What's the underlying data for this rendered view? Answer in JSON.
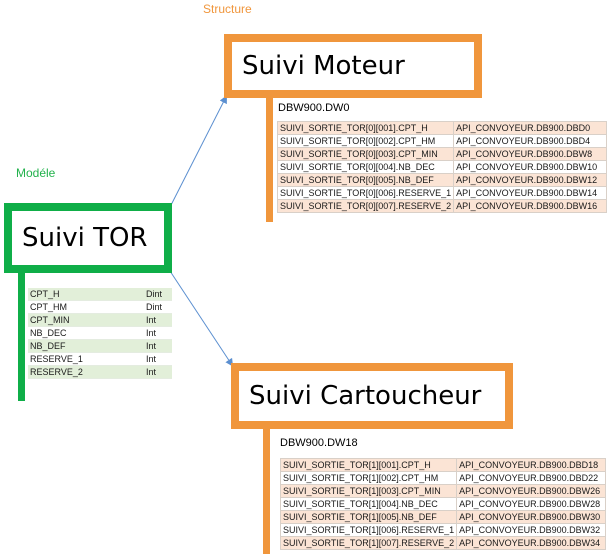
{
  "captions": {
    "structure": "Structure",
    "modele": "Modéle"
  },
  "model": {
    "title": "Suivi TOR",
    "rows": [
      {
        "name": "CPT_H",
        "type": "Dint"
      },
      {
        "name": "CPT_HM",
        "type": "Dint"
      },
      {
        "name": "CPT_MIN",
        "type": "Int"
      },
      {
        "name": "NB_DEC",
        "type": "Int"
      },
      {
        "name": "NB_DEF",
        "type": "Int"
      },
      {
        "name": "RESERVE_1",
        "type": "Int"
      },
      {
        "name": "RESERVE_2",
        "type": "Int"
      }
    ]
  },
  "structures": [
    {
      "title": "Suivi Moteur",
      "address": "DBW900.DW0",
      "rows": [
        {
          "src": "SUIVI_SORTIE_TOR[0][001].CPT_H",
          "dst": "API_CONVOYEUR.DB900.DBD0"
        },
        {
          "src": "SUIVI_SORTIE_TOR[0][002].CPT_HM",
          "dst": "API_CONVOYEUR.DB900.DBD4"
        },
        {
          "src": "SUIVI_SORTIE_TOR[0][003].CPT_MIN",
          "dst": "API_CONVOYEUR.DB900.DBW8"
        },
        {
          "src": "SUIVI_SORTIE_TOR[0][004].NB_DEC",
          "dst": "API_CONVOYEUR.DB900.DBW10"
        },
        {
          "src": "SUIVI_SORTIE_TOR[0][005].NB_DEF",
          "dst": "API_CONVOYEUR.DB900.DBW12"
        },
        {
          "src": "SUIVI_SORTIE_TOR[0][006].RESERVE_1",
          "dst": "API_CONVOYEUR.DB900.DBW14"
        },
        {
          "src": "SUIVI_SORTIE_TOR[0][007].RESERVE_2",
          "dst": "API_CONVOYEUR.DB900.DBW16"
        }
      ]
    },
    {
      "title": "Suivi Cartoucheur",
      "address": "DBW900.DW18",
      "rows": [
        {
          "src": "SUIVI_SORTIE_TOR[1][001].CPT_H",
          "dst": "API_CONVOYEUR.DB900.DBD18"
        },
        {
          "src": "SUIVI_SORTIE_TOR[1][002].CPT_HM",
          "dst": "API_CONVOYEUR.DB900.DBD22"
        },
        {
          "src": "SUIVI_SORTIE_TOR[1][003].CPT_MIN",
          "dst": "API_CONVOYEUR.DB900.DBW26"
        },
        {
          "src": "SUIVI_SORTIE_TOR[1][004].NB_DEC",
          "dst": "API_CONVOYEUR.DB900.DBW28"
        },
        {
          "src": "SUIVI_SORTIE_TOR[1][005].NB_DEF",
          "dst": "API_CONVOYEUR.DB900.DBW30"
        },
        {
          "src": "SUIVI_SORTIE_TOR[1][006].RESERVE_1",
          "dst": "API_CONVOYEUR.DB900.DBW32"
        },
        {
          "src": "SUIVI_SORTIE_TOR[1][007].RESERVE_2",
          "dst": "API_CONVOYEUR.DB900.DBW34"
        }
      ]
    }
  ],
  "colors": {
    "structure": "#f0963c",
    "model": "#0fae48",
    "arrow": "#5b8fd0"
  }
}
